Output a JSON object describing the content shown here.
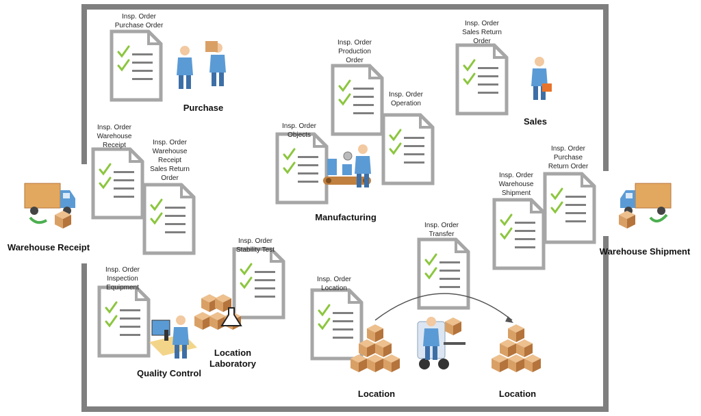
{
  "colors": {
    "frame": "#7f7f7f",
    "document_border": "#a6a6a6",
    "document_line": "#7f7f7f",
    "check": "#8cc63f",
    "box": "#d9a066",
    "box_dark": "#b4743c",
    "person": "#5b9bd5",
    "arrow_green": "#4caf50"
  },
  "areas": {
    "warehouse_receipt": "Warehouse Receipt",
    "warehouse_shipment": "Warehouse Shipment",
    "purchase": "Purchase",
    "sales": "Sales",
    "manufacturing": "Manufacturing",
    "quality_control": "Quality Control",
    "location_laboratory": "Location\nLaboratory",
    "location_from": "Location",
    "location_to": "Location"
  },
  "documents": {
    "purchase_order": "Insp. Order\nPurchase Order",
    "production_order": "Insp. Order\nProduction\nOrder",
    "operation": "Insp. Order\nOperation",
    "sales_return_order": "Insp. Order\nSales Return\nOrder",
    "objects": "Insp. Order\nObjects",
    "warehouse_receipt": "Insp. Order\nWarehouse\nReceipt",
    "warehouse_receipt_sales_return": "Insp. Order\nWarehouse\nReceipt\nSales Return\nOrder",
    "purchase_return_order": "Insp. Order\nPurchase\nReturn Order",
    "warehouse_shipment": "Insp. Order\nWarehouse\nShipment",
    "stability_test": "Insp. Order\nStability Test",
    "transfer": "Insp. Order\nTransfer",
    "inspection_equipment": "Insp. Order\nInspection\nEquipment",
    "location": "Insp. Order\nLocation"
  },
  "icons": {
    "truck": "truck-icon",
    "document": "document-icon",
    "person": "person-icon",
    "boxes": "boxes-icon",
    "conveyor": "conveyor-icon",
    "forklift": "forklift-icon",
    "microscope": "microscope-icon",
    "flask": "flask-icon"
  }
}
